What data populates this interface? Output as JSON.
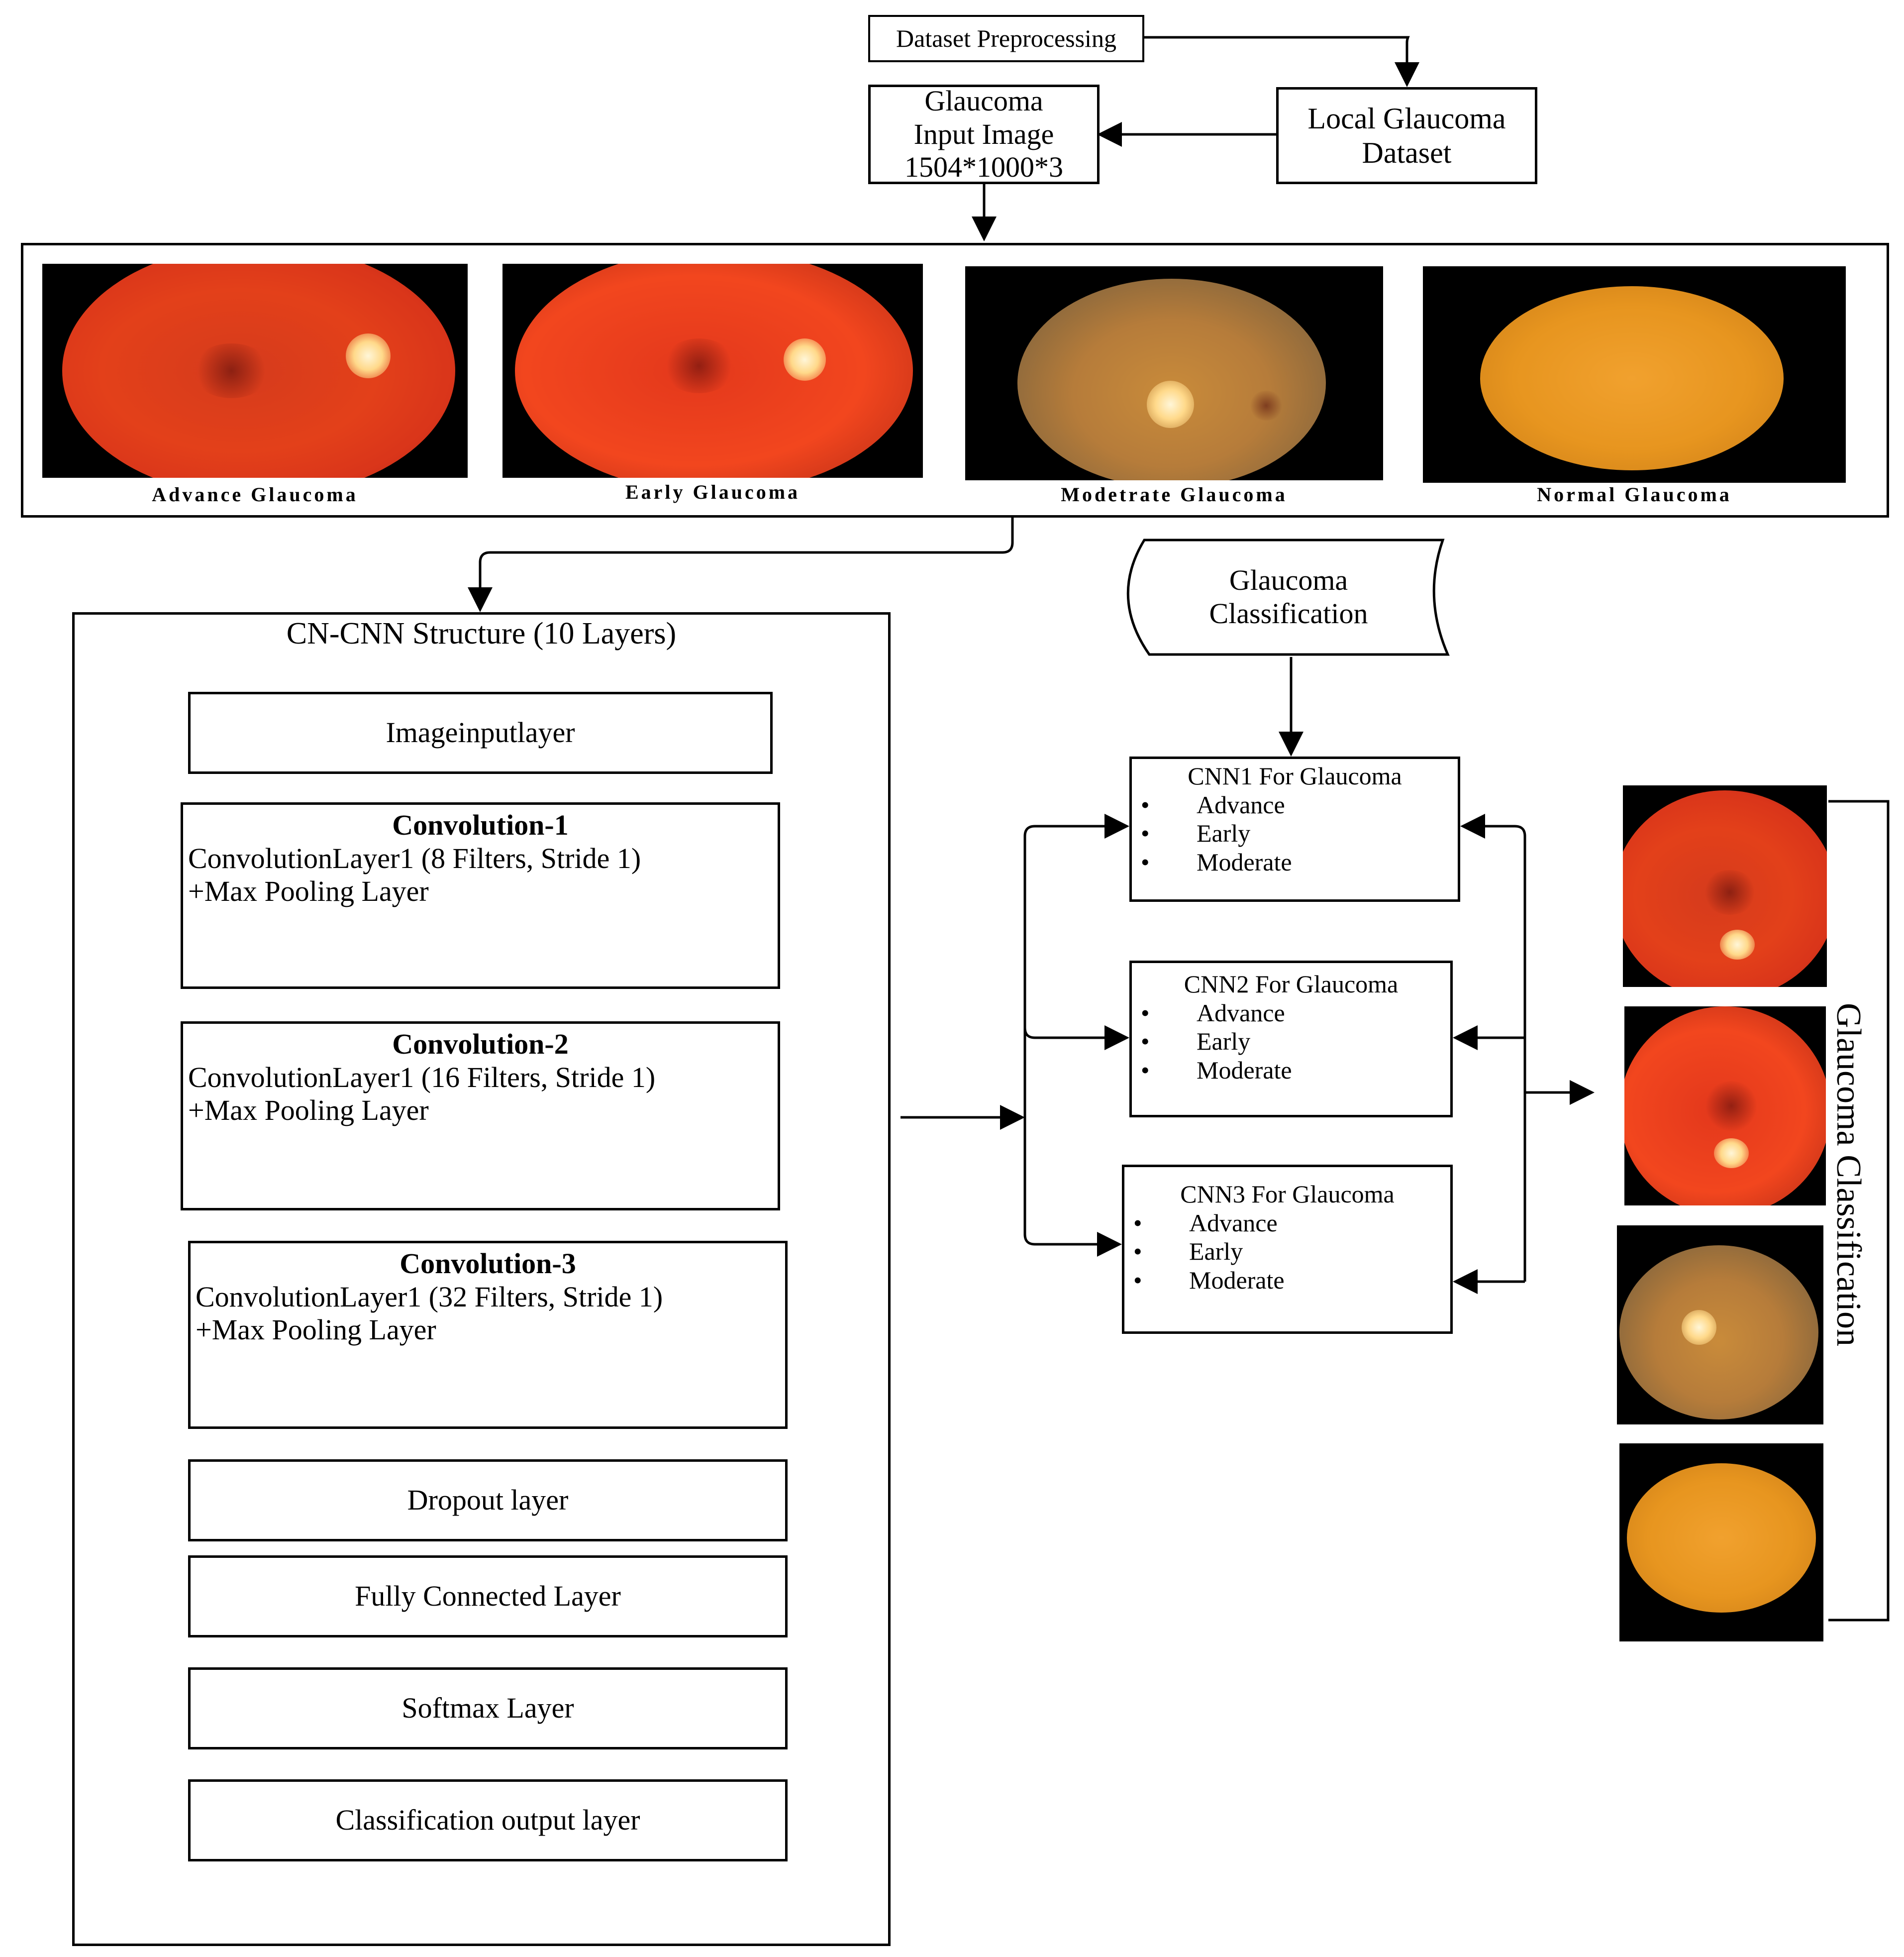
{
  "top": {
    "preprocessing": "Dataset Preprocessing",
    "input_image": [
      "Glaucoma",
      "Input Image",
      "1504*1000*3"
    ],
    "local_dataset": [
      "Local Glaucoma",
      "Dataset"
    ]
  },
  "samples": [
    {
      "caption": "Advance Glaucoma"
    },
    {
      "caption": "Early Glaucoma"
    },
    {
      "caption": "Modetrate Glaucoma"
    },
    {
      "caption": "Normal Glaucoma"
    }
  ],
  "cnn_structure": {
    "title": "CN-CNN Structure (10 Layers)",
    "layers": [
      {
        "label": "Imageinputlayer"
      },
      {
        "heading": "Convolution-1",
        "detail": "ConvolutionLayer1 (8 Filters, Stride 1)",
        "pool": "+Max Pooling Layer"
      },
      {
        "heading": "Convolution-2",
        "detail": "ConvolutionLayer1 (16 Filters, Stride 1)",
        "pool": "+Max Pooling Layer"
      },
      {
        "heading": "Convolution-3",
        "detail": "ConvolutionLayer1 (32 Filters, Stride 1)",
        "pool": "+Max Pooling Layer"
      },
      {
        "label": "Dropout layer"
      },
      {
        "label": "Fully Connected Layer"
      },
      {
        "label": "Softmax Layer"
      },
      {
        "label": "Classification output layer"
      }
    ]
  },
  "classification_scroll": [
    "Glaucoma",
    "Classification"
  ],
  "cnn_models": [
    {
      "title": "CNN1 For Glaucoma",
      "items": [
        "Advance",
        "Early",
        "Moderate"
      ]
    },
    {
      "title": "CNN2 For Glaucoma",
      "items": [
        "Advance",
        "Early",
        "Moderate"
      ]
    },
    {
      "title": "CNN3 For Glaucoma",
      "items": [
        "Advance",
        "Early",
        "Moderate"
      ]
    }
  ],
  "output_label": "Glaucoma Classification"
}
